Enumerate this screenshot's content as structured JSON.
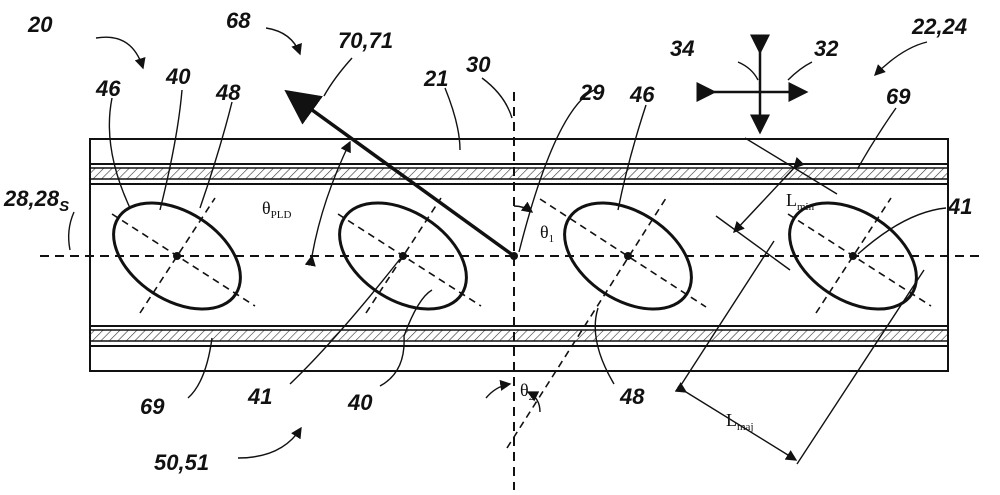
{
  "figure": {
    "labels": {
      "n20": "20",
      "n68": "68",
      "n70_71": "70,71",
      "n30": "30",
      "n21": "21",
      "n29": "29",
      "n34": "34",
      "n32": "32",
      "n22_24": "22,24",
      "n69_top": "69",
      "n46_left": "46",
      "n40_top": "40",
      "n48_top": "48",
      "n46_mid": "46",
      "n41_right": "41",
      "n28_main": "28,28",
      "n28_sub": "S",
      "n69_bottom": "69",
      "n41_bottom": "41",
      "n40_bottom": "40",
      "n48_bottom": "48",
      "n50_51": "50,51"
    },
    "symbols": {
      "theta_pld_base": "θ",
      "theta_pld_sub": "PLD",
      "theta1_base": "θ",
      "theta1_sub": "1",
      "theta2_base": "θ",
      "theta2_sub": "2",
      "lmin_base": "L",
      "lmin_sub": "min",
      "lmaj_base": "L",
      "lmaj_sub": "maj"
    }
  }
}
